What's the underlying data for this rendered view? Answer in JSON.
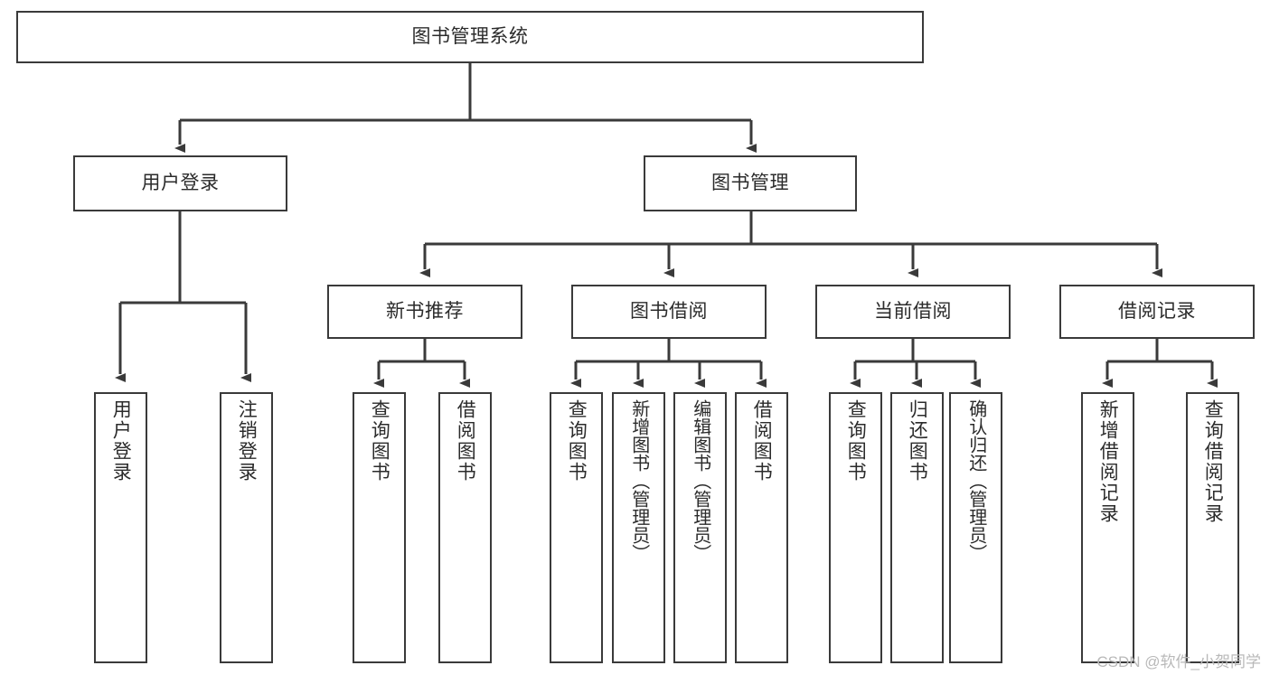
{
  "diagram": {
    "type": "tree",
    "title": "图书管理系统",
    "stroke_color": "#3a3a3a",
    "text_color": "#2b2b2b",
    "background": "#ffffff",
    "root": {
      "label": "图书管理系统"
    },
    "level2": [
      {
        "label": "用户登录"
      },
      {
        "label": "图书管理"
      }
    ],
    "level3": [
      {
        "label": "新书推荐"
      },
      {
        "label": "图书借阅"
      },
      {
        "label": "当前借阅"
      },
      {
        "label": "借阅记录"
      }
    ],
    "leaves": {
      "user_login": [
        {
          "label": "用户登录"
        },
        {
          "label": "注销登录"
        }
      ],
      "new_book_recommend": [
        {
          "label": "查询图书"
        },
        {
          "label": "借阅图书"
        }
      ],
      "book_borrow": [
        {
          "label": "查询图书"
        },
        {
          "label": "新增图书（管理员）"
        },
        {
          "label": "编辑图书（管理员）"
        },
        {
          "label": "借阅图书"
        }
      ],
      "current_borrow": [
        {
          "label": "查询图书"
        },
        {
          "label": "归还图书"
        },
        {
          "label": "确认归还（管理员）"
        }
      ],
      "borrow_record": [
        {
          "label": "新增借阅记录"
        },
        {
          "label": "查询借阅记录"
        }
      ]
    }
  },
  "watermark": {
    "text": "CSDN @软件_小贺同学"
  }
}
